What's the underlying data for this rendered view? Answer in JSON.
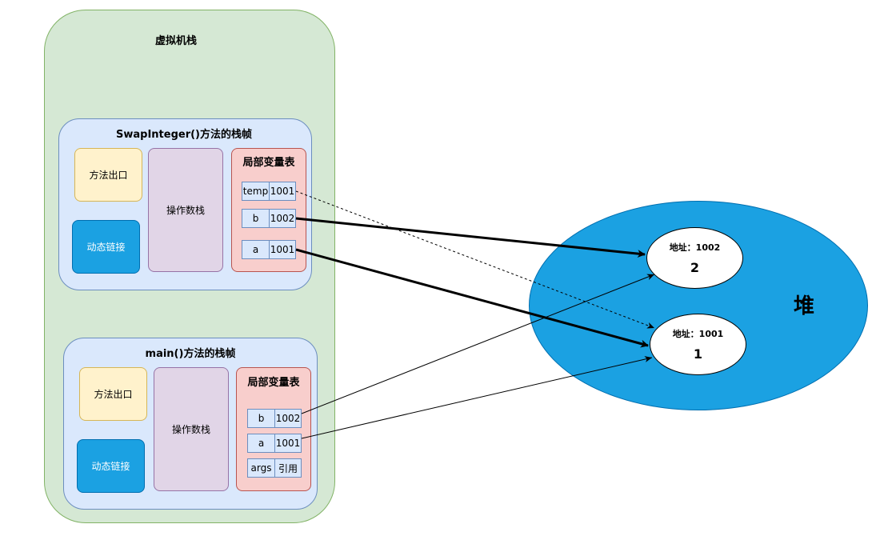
{
  "vm_stack": {
    "title": "虚拟机栈"
  },
  "swap_frame": {
    "title": "SwapInteger()方法的栈帧",
    "method_exit": "方法出口",
    "dynamic_link": "动态链接",
    "operand_stack": "操作数栈",
    "locals": {
      "title": "局部变量表",
      "rows": [
        {
          "name": "temp",
          "value": "1001"
        },
        {
          "name": "b",
          "value": "1002"
        },
        {
          "name": "a",
          "value": "1001"
        }
      ]
    }
  },
  "main_frame": {
    "title": "main()方法的栈帧",
    "method_exit": "方法出口",
    "dynamic_link": "动态链接",
    "operand_stack": "操作数栈",
    "locals": {
      "title": "局部变量表",
      "rows": [
        {
          "name": "b",
          "value": "1002"
        },
        {
          "name": "a",
          "value": "1001"
        },
        {
          "name": "args",
          "value": "引用"
        }
      ]
    }
  },
  "heap": {
    "label": "堆",
    "objects": [
      {
        "address": "地址：1002",
        "value": "2"
      },
      {
        "address": "地址：1001",
        "value": "1"
      }
    ]
  },
  "colors": {
    "vm_fill": "#d5e8d4",
    "frame_fill": "#dae8fc",
    "method_exit_fill": "#fff2cc",
    "dynamic_link_fill": "#1ba1e2",
    "operand_stack_fill": "#e1d5e7",
    "locals_fill": "#f8cecc",
    "heap_fill": "#1ba1e2"
  }
}
